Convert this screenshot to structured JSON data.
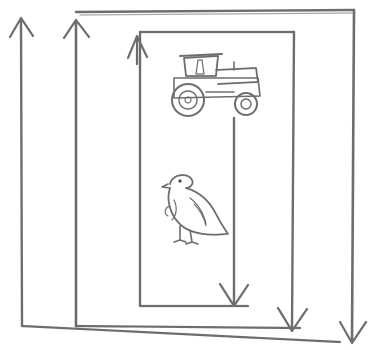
{
  "palette": {
    "paper": "#ffffff",
    "pencil": "#6d6d6d",
    "pencil_light": "#9a9a9a",
    "pencil_dark": "#4a4a4a"
  },
  "drawing": {
    "style": "pencil sketch",
    "pictures": [
      {
        "name": "tractor",
        "icon": "tractor-icon"
      },
      {
        "name": "bird",
        "icon": "bird-icon"
      }
    ]
  }
}
